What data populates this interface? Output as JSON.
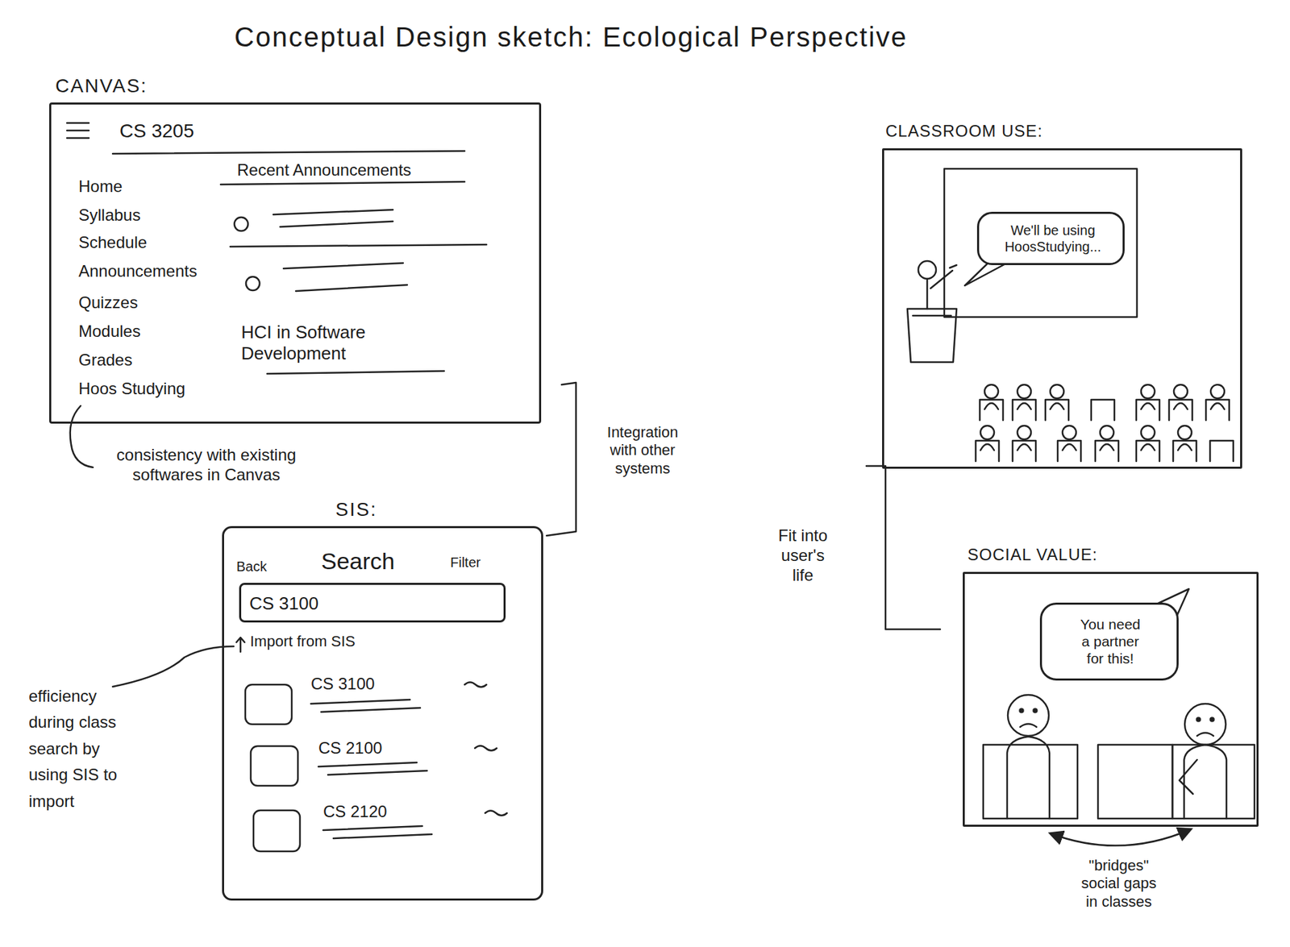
{
  "diagram": {
    "title": "Conceptual Design sketch: Ecological Perspective",
    "nodes": [
      {
        "text": [
          "CANVAS:",
          "CS 3205",
          "Recent Announcements",
          "Home",
          "Syllabus",
          "Schedule",
          "Announcements",
          "Quizzes",
          "Modules",
          "Grades",
          "Hoos Studying",
          "HCI in Software Development"
        ]
      },
      {
        "text": [
          "CLASSROOM USE:"
        ]
      },
      {
        "text": [
          "We'll be using HoosStudying..."
        ],
        "in": 1
      },
      {
        "text": [
          "SIS:",
          "Back",
          "Search",
          "Filter",
          "Import from SIS",
          "CS 3100",
          "CS 2100",
          "CS 2120"
        ]
      },
      {
        "text": [
          "CS 3100"
        ],
        "in": 3
      },
      {
        "text": [
          "SOCIAL VALUE:"
        ]
      },
      {
        "text": [
          "You need a partner for this!"
        ],
        "in": 5
      }
    ],
    "labels": [
      "consistency with existing softwares in Canvas",
      "Integration with other systems",
      "efficiency during class search by using SIS to import",
      "Fit into user's life",
      "\"bridges\" social gaps in classes"
    ]
  }
}
